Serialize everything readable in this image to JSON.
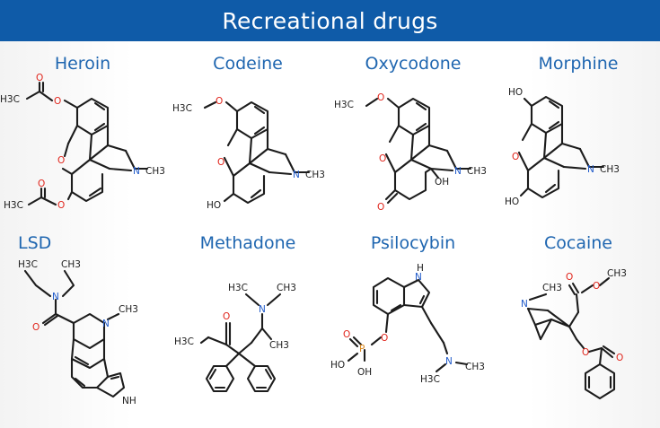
{
  "header": {
    "title": "Recreational drugs"
  },
  "colors": {
    "header_bg": "#0f5ba8",
    "name_text": "#1f66b0",
    "oxygen": "#e0241b",
    "nitrogen": "#1f59c9",
    "phosphorus": "#d9861a",
    "bond": "#1c1c1c"
  },
  "drugs": [
    {
      "name": "Heroin",
      "atoms": [
        "H3C",
        "O",
        "O",
        "O",
        "N",
        "CH3",
        "O",
        "O",
        "H3C"
      ]
    },
    {
      "name": "Codeine",
      "atoms": [
        "H3C",
        "O",
        "O",
        "N",
        "CH3",
        "HO"
      ]
    },
    {
      "name": "Oxycodone",
      "atoms": [
        "H3C",
        "O",
        "O",
        "N",
        "CH3",
        "OH",
        "O"
      ]
    },
    {
      "name": "Morphine",
      "atoms": [
        "HO",
        "O",
        "N",
        "CH3",
        "HO"
      ]
    },
    {
      "name": "LSD",
      "atoms": [
        "H3C",
        "CH3",
        "N",
        "O",
        "N",
        "CH3",
        "NH"
      ]
    },
    {
      "name": "Methadone",
      "atoms": [
        "H3C",
        "CH3",
        "N",
        "O",
        "H3C",
        "CH3"
      ]
    },
    {
      "name": "Psilocybin",
      "atoms": [
        "H",
        "N",
        "O",
        "O",
        "P",
        "HO",
        "OH",
        "N",
        "H3C",
        "CH3"
      ]
    },
    {
      "name": "Cocaine",
      "atoms": [
        "N",
        "CH3",
        "O",
        "O",
        "CH3",
        "O",
        "O"
      ]
    }
  ]
}
